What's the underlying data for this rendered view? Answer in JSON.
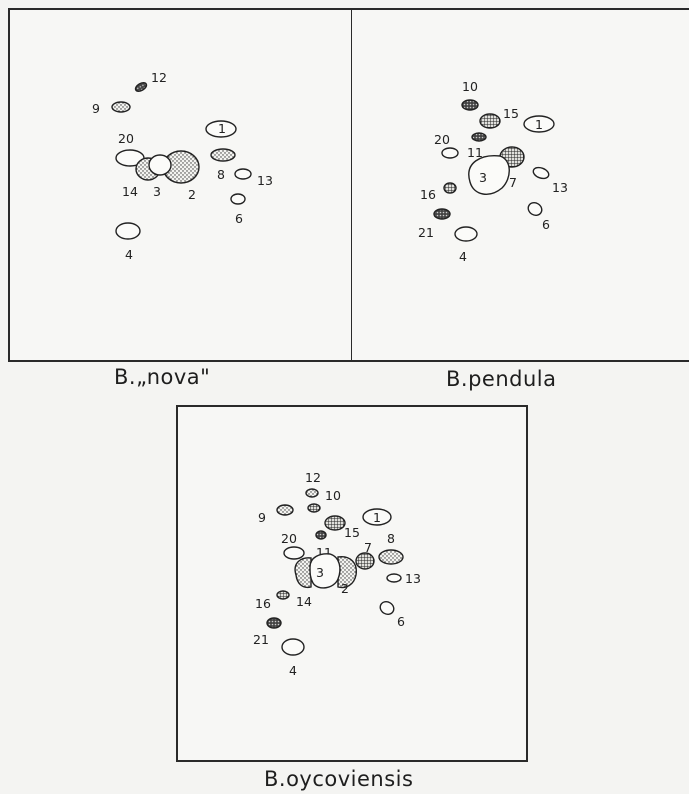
{
  "captions": {
    "a": "B.„nova\"",
    "b": "B.pendula",
    "c": "B.oycoviensis"
  },
  "labels": {
    "a": {
      "l12": "12",
      "l9": "9",
      "l20": "20",
      "l1": "1",
      "l8": "8",
      "l13": "13",
      "l14": "14",
      "l3": "3",
      "l2": "2",
      "l6": "6",
      "l4": "4"
    },
    "b": {
      "l10": "10",
      "l15": "15",
      "l1": "1",
      "l20": "20",
      "l11": "11",
      "l3": "3",
      "l7": "7",
      "l13": "13",
      "l16": "16",
      "l6": "6",
      "l21": "21",
      "l4": "4"
    },
    "c": {
      "l12": "12",
      "l10": "10",
      "l9": "9",
      "l1": "1",
      "l15": "15",
      "l8": "8",
      "l20": "20",
      "l11": "11",
      "l7": "7",
      "l3": "3",
      "l2": "2",
      "l13": "13",
      "l16": "16",
      "l14": "14",
      "l6": "6",
      "l21": "21",
      "l4": "4"
    }
  }
}
